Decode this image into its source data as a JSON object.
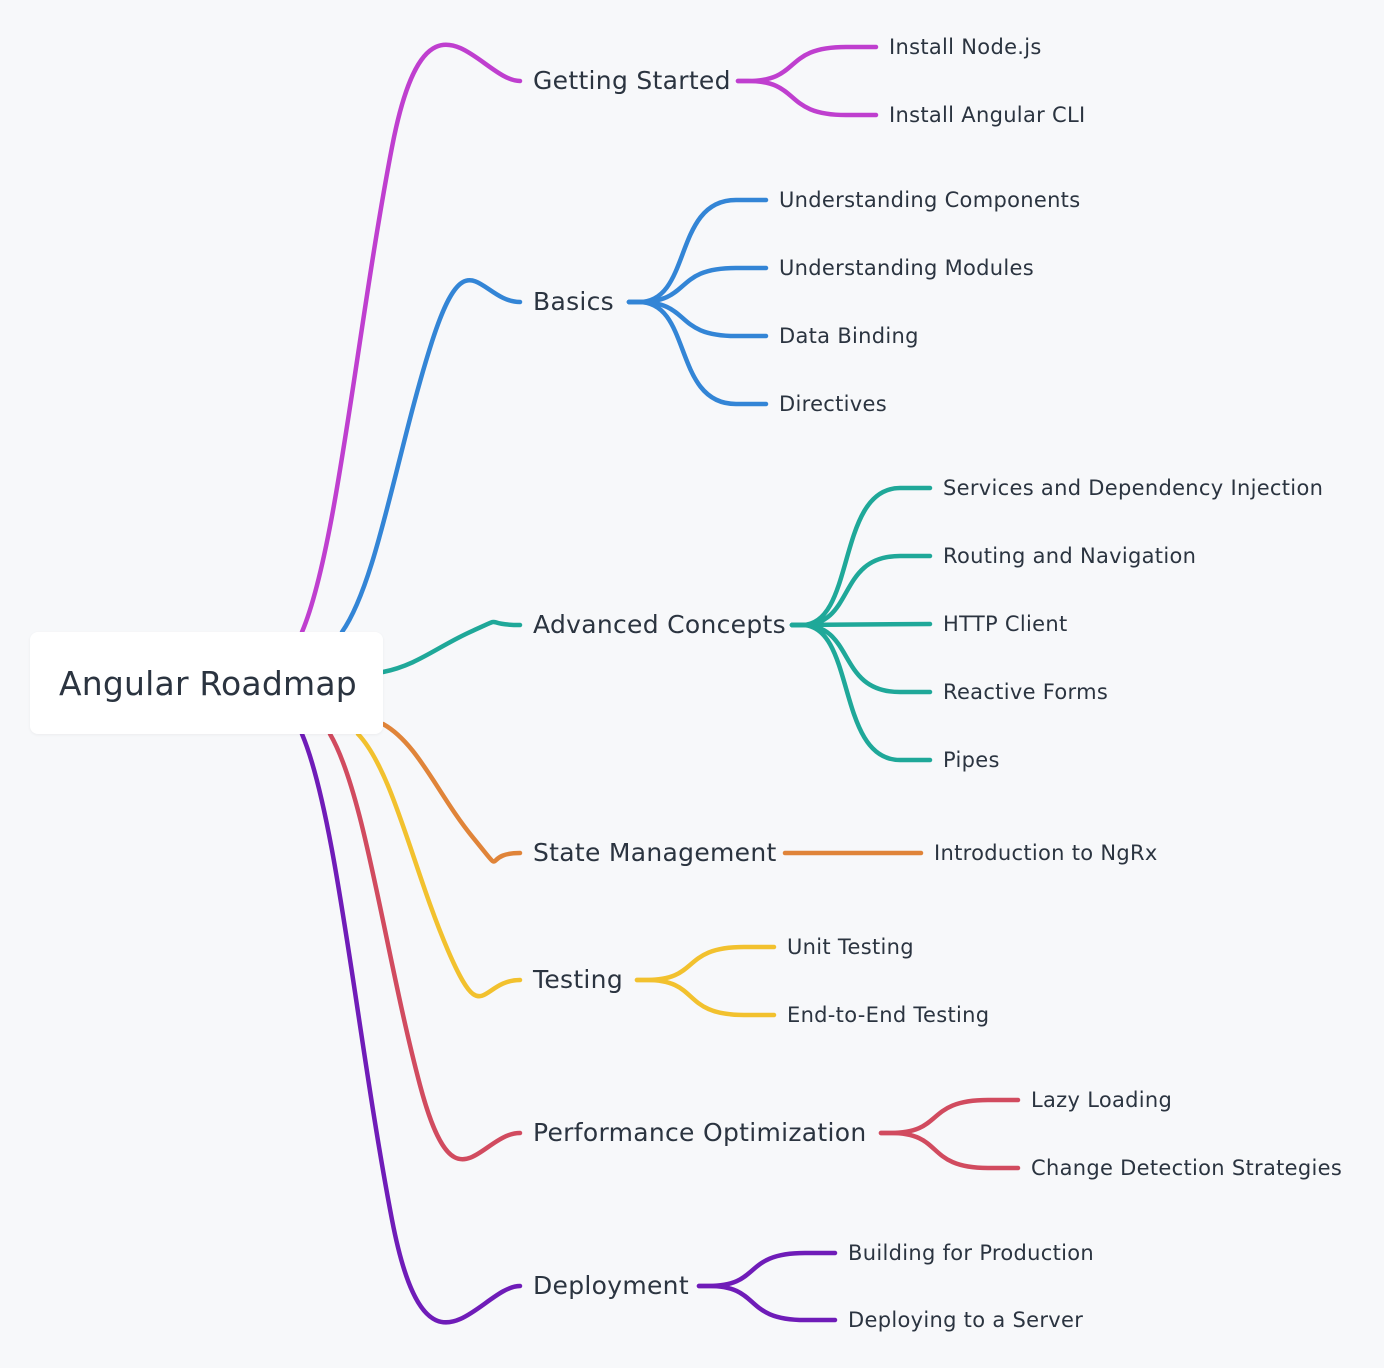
{
  "mindmap": {
    "root": "Angular Roadmap",
    "branches": [
      {
        "label": "Getting Started",
        "color": "#bf3fcf",
        "children": [
          "Install Node.js",
          "Install Angular CLI"
        ]
      },
      {
        "label": "Basics",
        "color": "#3385d6",
        "children": [
          "Understanding Components",
          "Understanding Modules",
          "Data Binding",
          "Directives"
        ]
      },
      {
        "label": "Advanced Concepts",
        "color": "#1fa899",
        "children": [
          "Services and Dependency Injection",
          "Routing and Navigation",
          "HTTP Client",
          "Reactive Forms",
          "Pipes"
        ]
      },
      {
        "label": "State Management",
        "color": "#e08439",
        "children": [
          "Introduction to NgRx"
        ]
      },
      {
        "label": "Testing",
        "color": "#f2c12e",
        "children": [
          "Unit Testing",
          "End-to-End Testing"
        ]
      },
      {
        "label": "Performance Optimization",
        "color": "#d14b5f",
        "children": [
          "Lazy Loading",
          "Change Detection Strategies"
        ]
      },
      {
        "label": "Deployment",
        "color": "#6f1cb8",
        "children": [
          "Building for Production",
          "Deploying to a Server"
        ]
      }
    ]
  }
}
